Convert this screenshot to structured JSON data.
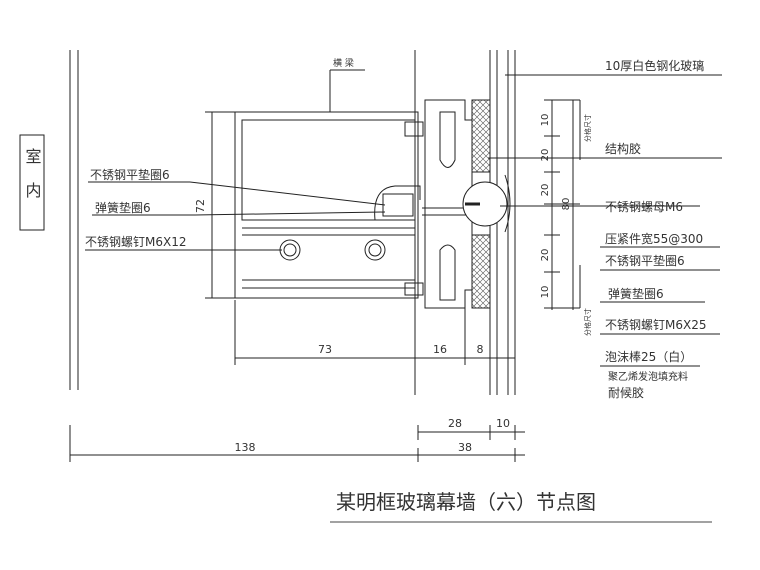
{
  "title": "某明框玻璃幕墙（六）节点图",
  "room_label": "室内",
  "beam_label": "横 梁",
  "left_callouts": [
    "不锈钢平垫圈6",
    "弹簧垫圈6",
    "不锈钢螺钉M6X12"
  ],
  "right_callouts": [
    "10厚白色钢化玻璃",
    "结构胶",
    "不锈钢螺母M6",
    "压紧件宽55@300",
    "不锈钢平垫圈6",
    "弹簧垫圈6",
    "不锈钢螺钉M6X25",
    "泡沫棒25（白）",
    "聚乙烯发泡填充料",
    "耐候胶"
  ],
  "side_note": "分格尺寸",
  "dimensions": {
    "height_72": "72",
    "width_73": "73",
    "width_16": "16",
    "width_8": "8",
    "width_28": "28",
    "width_10_bottom": "10",
    "width_38": "38",
    "width_138": "138",
    "v_10_top": "10",
    "v_20_a": "20",
    "v_20_b": "20",
    "v_80": "80",
    "v_20_c": "20",
    "v_10_bottom": "10"
  },
  "colors": {
    "line": "#222222",
    "text": "#333333",
    "hatch": "#555555"
  }
}
